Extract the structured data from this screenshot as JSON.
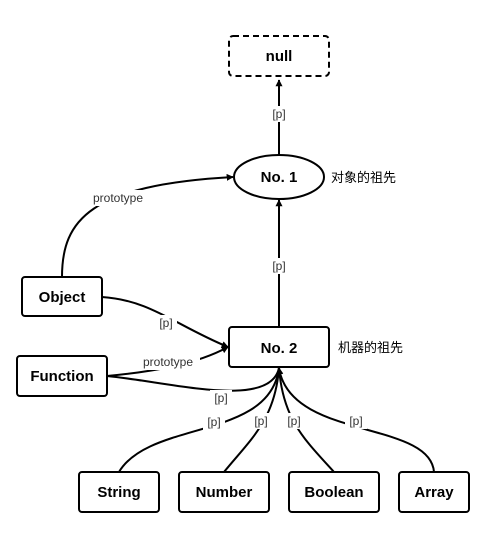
{
  "nodes": {
    "null": "null",
    "no1": "No. 1",
    "no2": "No. 2",
    "object": "Object",
    "function": "Function",
    "string": "String",
    "number": "Number",
    "boolean": "Boolean",
    "array": "Array"
  },
  "notes": {
    "no1": "对象的祖先",
    "no2": "机器的祖先"
  },
  "edge_labels": {
    "p": "[p]",
    "prototype": "prototype"
  }
}
